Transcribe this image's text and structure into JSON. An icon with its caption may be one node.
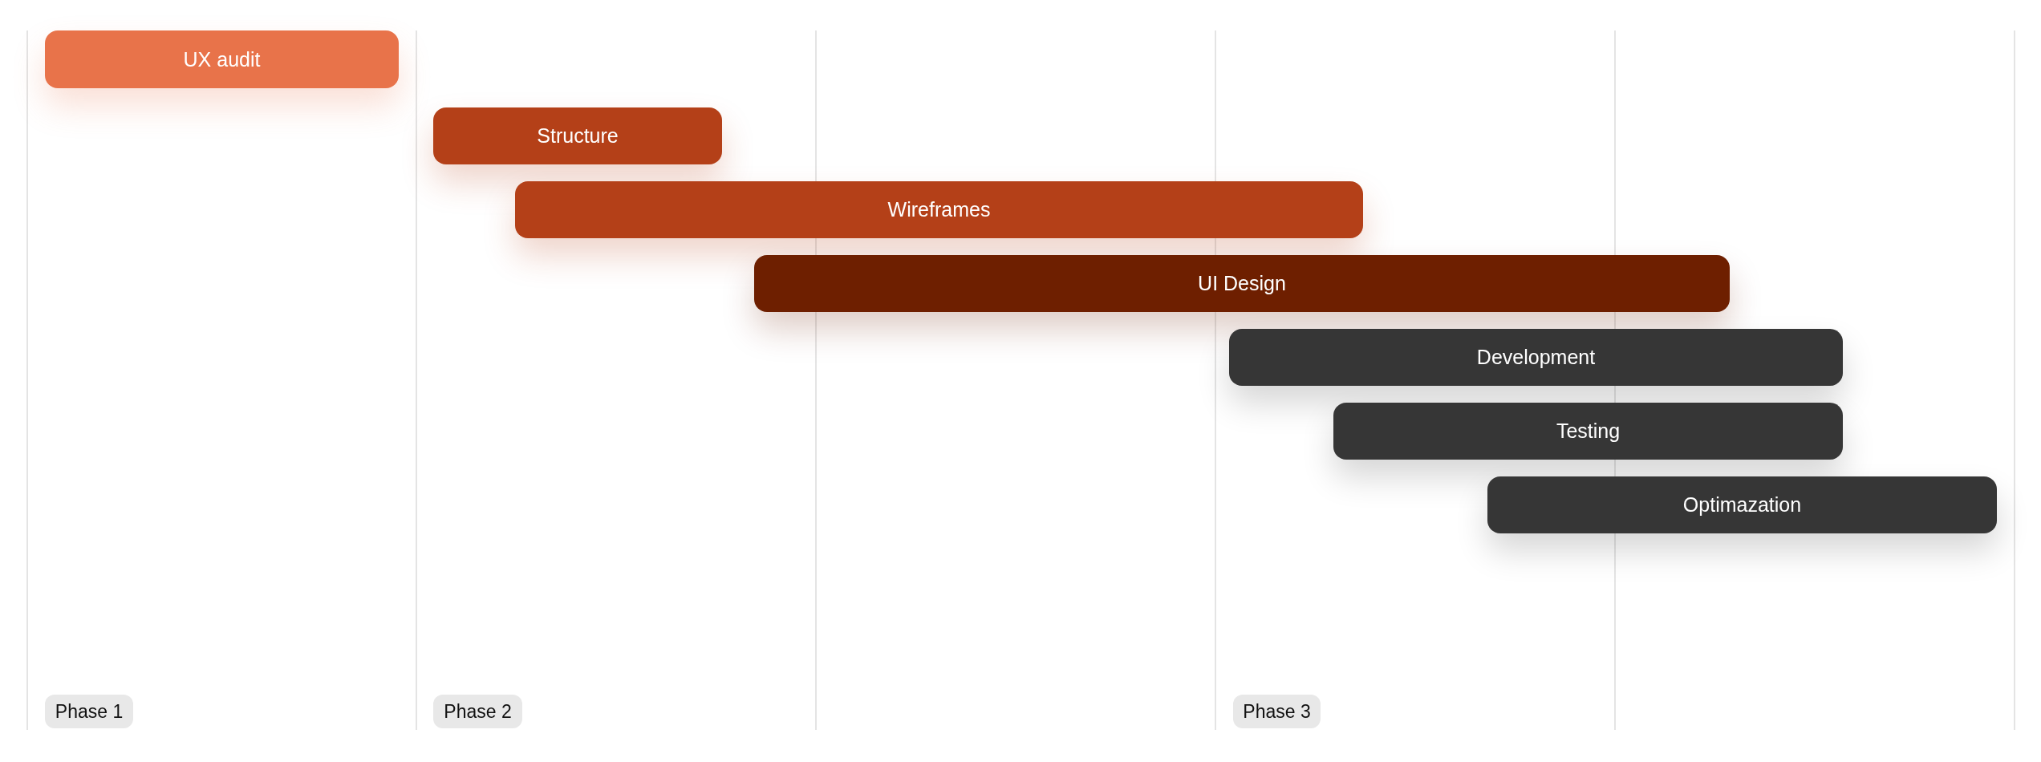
{
  "diagram": {
    "nodes": [
      {
        "text": [
          "UX audit"
        ]
      },
      {
        "text": [
          "Structure"
        ]
      },
      {
        "text": [
          "Wireframes"
        ]
      },
      {
        "text": [
          "UI Design"
        ]
      },
      {
        "text": [
          "Development"
        ]
      },
      {
        "text": [
          "Testing"
        ]
      },
      {
        "text": [
          "Optimazation"
        ]
      },
      {
        "text": [
          "Phase 1"
        ]
      },
      {
        "text": [
          "Phase 2"
        ]
      },
      {
        "text": [
          "Phase 3"
        ]
      }
    ]
  }
}
